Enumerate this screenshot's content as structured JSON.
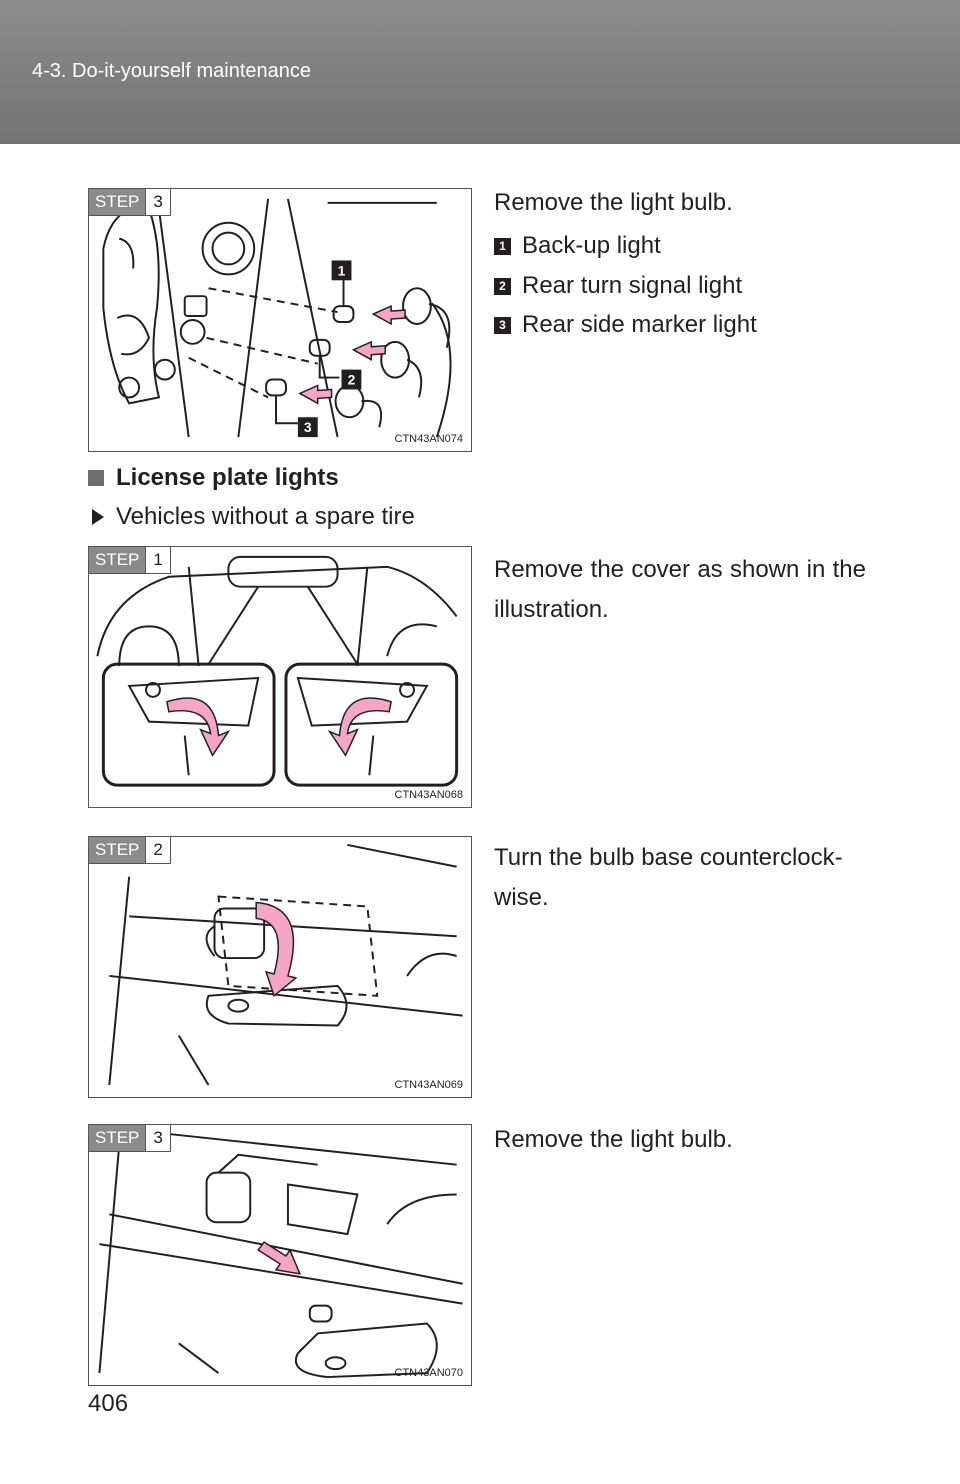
{
  "header": {
    "title": "4-3. Do-it-yourself maintenance"
  },
  "figures": [
    {
      "step_word": "STEP",
      "step_num": "3",
      "code": "CTN43AN074",
      "callouts": [
        "1",
        "2",
        "3"
      ]
    },
    {
      "step_word": "STEP",
      "step_num": "1",
      "code": "CTN43AN068"
    },
    {
      "step_word": "STEP",
      "step_num": "2",
      "code": "CTN43AN069"
    },
    {
      "step_word": "STEP",
      "step_num": "3",
      "code": "CTN43AN070"
    }
  ],
  "step3_top": {
    "instruction": "Remove the light bulb.",
    "legend": [
      {
        "num": "1",
        "label": "Back-up light"
      },
      {
        "num": "2",
        "label": "Rear turn signal light"
      },
      {
        "num": "3",
        "label": "Rear side marker light"
      }
    ]
  },
  "section": {
    "title": "License plate lights",
    "subtitle": "Vehicles without a spare tire"
  },
  "steps": [
    {
      "instruction": "Remove the cover as shown in the illustration."
    },
    {
      "instruction": "Turn the bulb base counterclock-wise."
    },
    {
      "instruction": "Remove the light bulb."
    }
  ],
  "colors": {
    "arrow_pink": "#f4a6c4",
    "header_gray": "#808080"
  },
  "page_number": "406"
}
